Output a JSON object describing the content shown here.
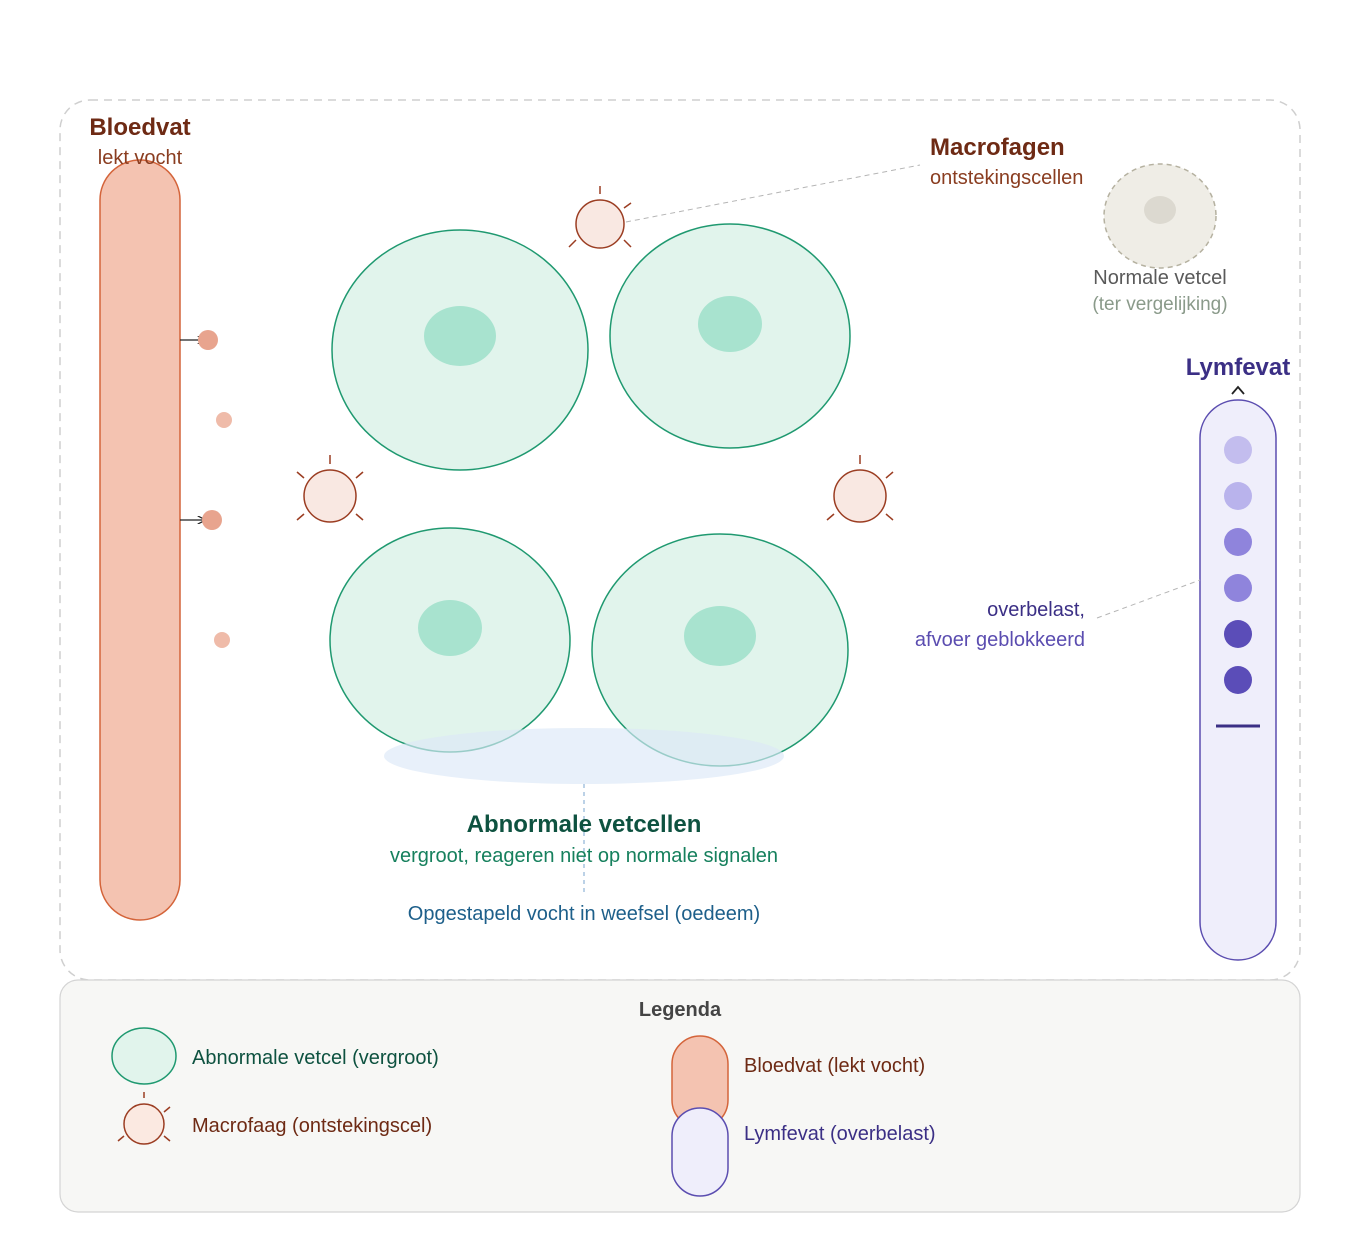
{
  "blood_vessel": {
    "title": "Bloedvat",
    "subtitle": "lekt vocht",
    "fill": "#f4c3b1",
    "stroke": "#d4643a"
  },
  "macrophages": {
    "title": "Macrofagen",
    "subtitle": "ontstekingscellen",
    "fill": "#f9e8e2",
    "stroke": "#9b3d22"
  },
  "normal_cell": {
    "title": "Normale vetcel",
    "subtitle": "(ter vergelijking)"
  },
  "lymph_vessel": {
    "title": "Lymfevat",
    "note_line1": "overbelast,",
    "note_line2": "afvoer geblokkeerd",
    "fill": "#efeefb",
    "stroke": "#5b4db0"
  },
  "abnormal_cells": {
    "title": "Abnormale vetcellen",
    "subtitle": "vergroot, reageren niet op normale signalen",
    "fill": "#e1f4ec",
    "stroke": "#1f9970"
  },
  "edema": {
    "label": "Opgestapeld vocht in weefsel (oedeem)"
  },
  "legend": {
    "title": "Legenda",
    "items": [
      {
        "label": "Abnormale vetcel (vergroot)"
      },
      {
        "label": "Macrofaag (ontstekingscel)"
      },
      {
        "label": "Bloedvat (lekt vocht)"
      },
      {
        "label": "Lymfevat (overbelast)"
      }
    ]
  }
}
